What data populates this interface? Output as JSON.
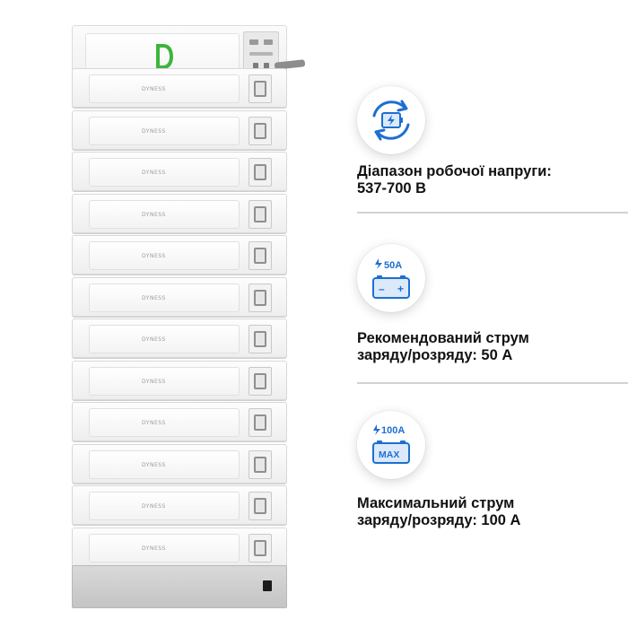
{
  "brand": {
    "logo_letter": "D",
    "module_brand": "DYNESS",
    "logo_color": "#3db53d"
  },
  "colors": {
    "icon_blue": "#1d6fd0",
    "icon_light": "#dbe9fb",
    "text": "#111111",
    "divider": "#d2d2d2"
  },
  "features": [
    {
      "icon": "battery-cycle-icon",
      "line1": "Діапазон робочої напруги:",
      "line2": "537-700 В"
    },
    {
      "icon": "battery-50a-icon",
      "badge": "50A",
      "minus": "–",
      "plus": "+",
      "line1": "Рекомендований струм",
      "line2": "заряду/розряду: 50 А"
    },
    {
      "icon": "battery-100a-max-icon",
      "badge": "100A",
      "max": "MAX",
      "line1": "Максимальний струм",
      "line2": "заряду/розряду: 100 А"
    }
  ]
}
